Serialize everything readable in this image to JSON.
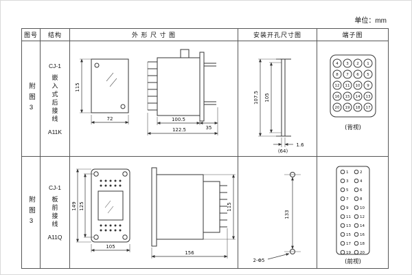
{
  "page": {
    "unit_label": "单位：mm"
  },
  "headers": {
    "fig_no": "图号",
    "structure": "结构",
    "outline": "外 形 尺 寸 图",
    "mounting": "安装开孔尺寸图",
    "terminal": "端子图"
  },
  "row1": {
    "fig_no": "附图3",
    "structure": {
      "model": "CJ-1",
      "type": "嵌入式后接线",
      "code": "A11K"
    },
    "outline": {
      "front_height": "115",
      "front_width": "72",
      "body_depth": "100.5",
      "flange": "35",
      "total_depth": "122.5"
    },
    "mounting": {
      "outer": "107.5",
      "inner": "105",
      "panel": "1.6",
      "width": "(64)"
    },
    "terminal": {
      "numbers": [
        "4",
        "3",
        "2",
        "1",
        "8",
        "7",
        "6",
        "5",
        "12",
        "11",
        "10",
        "9",
        "16",
        "15",
        "14",
        "13",
        "20",
        "19",
        "18",
        "17"
      ],
      "view": "(背视)"
    }
  },
  "row2": {
    "fig_no": "附图3",
    "structure": {
      "model": "CJ-1",
      "type": "板前接线",
      "code": "A11Q"
    },
    "outline": {
      "outer_height": "149",
      "inner_height": "125",
      "width": "105",
      "depth": "156",
      "side_height": "115"
    },
    "mounting": {
      "spacing": "133",
      "holes": "2-Φ5"
    },
    "terminal": {
      "left": [
        "1",
        "3",
        "5",
        "7",
        "9",
        "11",
        "13",
        "15",
        "17",
        "19"
      ],
      "right": [
        "2",
        "4",
        "6",
        "8",
        "10",
        "12",
        "14",
        "16",
        "18",
        "20"
      ],
      "view": "(前视)"
    }
  }
}
